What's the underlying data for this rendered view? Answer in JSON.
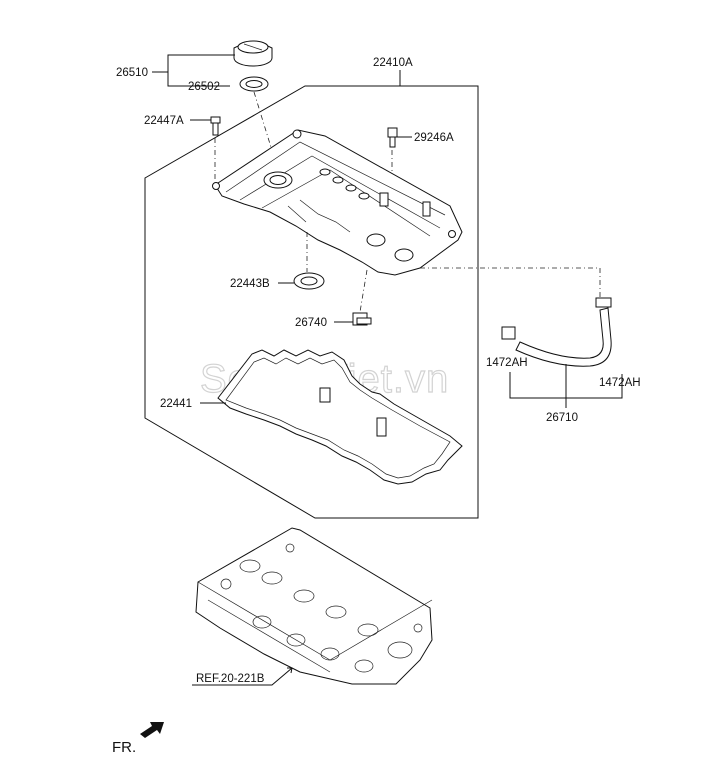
{
  "watermark": "SedanViet.vn",
  "labels": {
    "oil_filler_cap": "26510",
    "cap_gasket": "26502",
    "cover_assembly": "22410A",
    "bolt": "22447A",
    "pcv_valve": "29246A",
    "spark_plug_seal": "22443B",
    "breather_nipple": "26740",
    "cover_gasket": "22441",
    "hose_clamp_left": "1472AH",
    "hose_clamp_right": "1472AH",
    "breather_hose": "26710",
    "cylinder_head_ref": "REF.20-221B",
    "front_marker": "FR."
  }
}
